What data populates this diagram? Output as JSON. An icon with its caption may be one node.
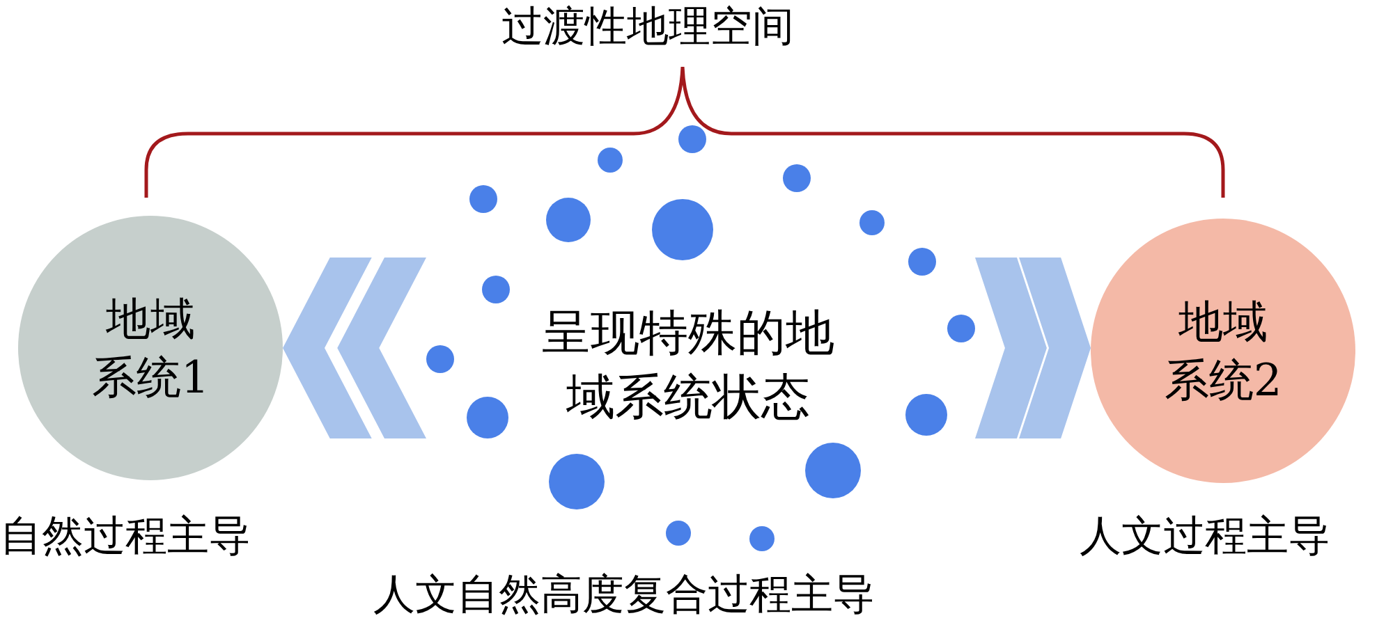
{
  "diagram": {
    "nodes": [
      {
        "text": [
          "地域系统1"
        ],
        "beside": [
          "自然过程主导"
        ]
      },
      {
        "text": [],
        "shape": "cloud"
      },
      {
        "text": [
          "呈现特殊的地域系统状态"
        ],
        "in": 1
      },
      {
        "text": [
          "地域系统2"
        ],
        "beside": [
          "人文过程主导"
        ]
      }
    ],
    "edges": [
      {
        "from": 1,
        "to": 0,
        "arrow": "to"
      },
      {
        "from": 1,
        "to": 3,
        "arrow": "to"
      }
    ],
    "labels": [
      "过渡性地理空间",
      "人文自然高度复合过程主导"
    ]
  }
}
